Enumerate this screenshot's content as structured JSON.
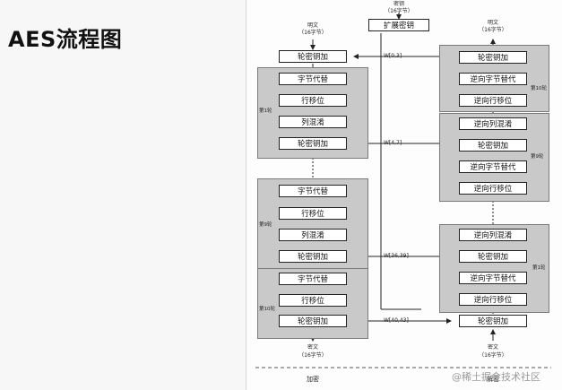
{
  "title": "AES流程图",
  "key": {
    "label": "密钥",
    "bytes": "（16字节）",
    "expand_box": "扩展密钥"
  },
  "encrypt": {
    "input_label": "明文",
    "input_bytes": "（16字节）",
    "initial_addroundkey": "轮密钥加",
    "round1_label": "第1轮",
    "round9_label": "第9轮",
    "round10_label": "第10轮",
    "steps": {
      "sub": "字节代替",
      "shift": "行移位",
      "mix": "列混淆",
      "add": "轮密钥加"
    },
    "output_label": "密文",
    "output_bytes": "（16字节）",
    "caption": "加密"
  },
  "decrypt": {
    "output_label": "明文",
    "output_bytes": "（16字节）",
    "round10_label": "第10轮",
    "round9_label": "第9轮",
    "round1_label": "第1轮",
    "steps": {
      "add": "轮密钥加",
      "inv_sub": "逆向字节替代",
      "inv_shift": "逆向行移位",
      "inv_mix": "逆向列混淆"
    },
    "input_label": "密文",
    "input_bytes": "（16字节）",
    "caption": "解密"
  },
  "round_keys": {
    "w0": "W[0,3]",
    "w1": "W[4,7]",
    "w9": "W[36,39]",
    "w10": "W[40,43]"
  },
  "watermark": "@稀土掘金技术社区"
}
